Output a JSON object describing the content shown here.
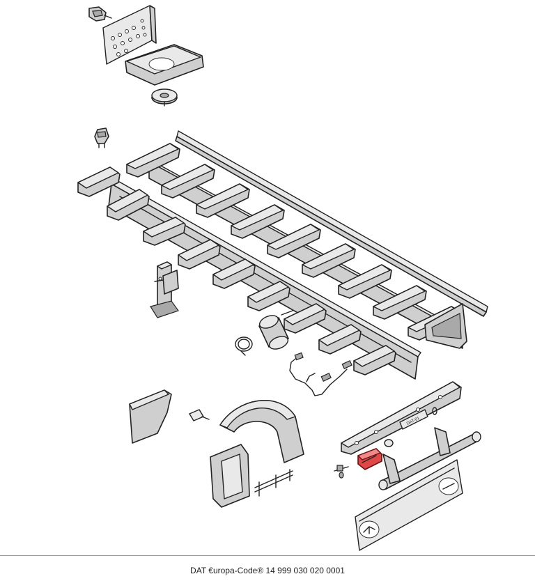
{
  "footer": {
    "code_text": "DAT €uropa-Code® 14 999 030 020 0001"
  },
  "parts": {
    "highlighted": "rear-light-red",
    "highlight_color": "#e04848",
    "fill_color": "#cfcfcf",
    "outline_color": "#222222",
    "plate_text": "DAT-01"
  }
}
